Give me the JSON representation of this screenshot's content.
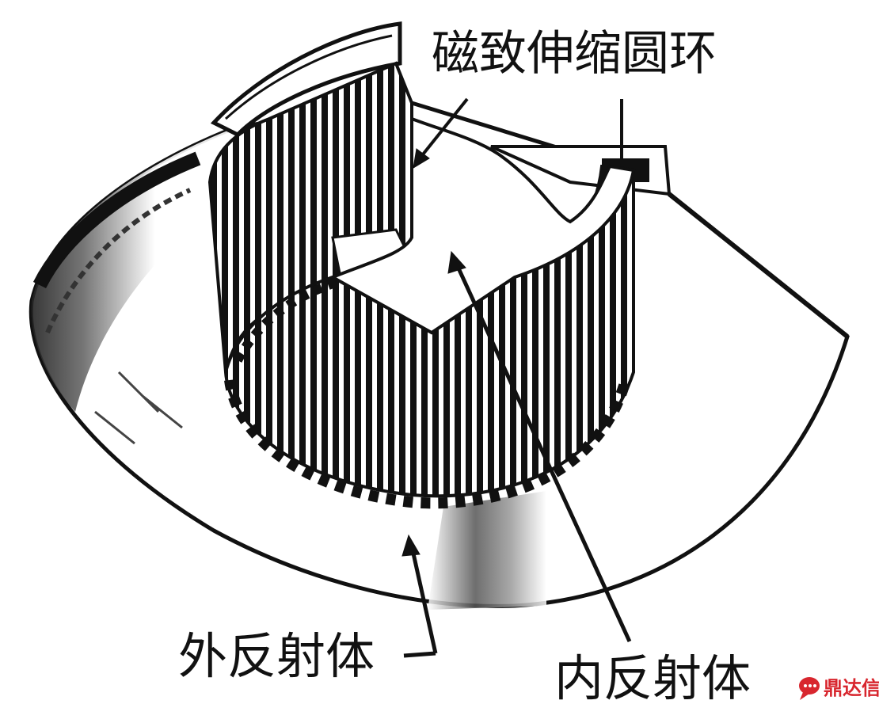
{
  "labels": {
    "ring": "磁致伸缩圆环",
    "outer_reflector": "外反射体",
    "inner_reflector": "内反射体"
  },
  "watermark": {
    "text": "鼎达信",
    "icon": "speech-bubble-logo-icon",
    "color": "#d8262e"
  }
}
